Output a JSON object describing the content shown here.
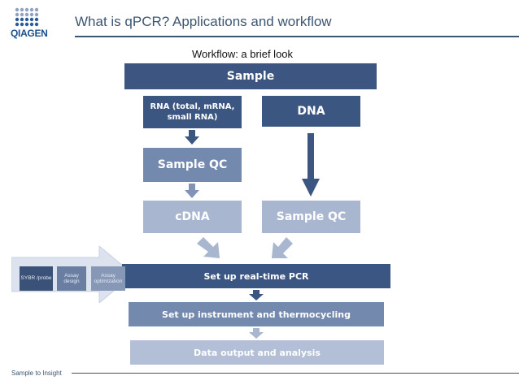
{
  "header": {
    "logo_text": "QIAGEN",
    "title": "What is qPCR? Applications and workflow"
  },
  "diagram": {
    "heading": "Workflow: a brief look",
    "nodes": {
      "sample": "Sample",
      "rna": "RNA (total, mRNA, small RNA)",
      "dna": "DNA",
      "sample_qc_left": "Sample QC",
      "cdna": "cDNA",
      "sample_qc_right": "Sample QC",
      "setup_pcr": "Set up real-time PCR",
      "instrument": "Set up instrument and thermocycling",
      "data_output": "Data output and analysis"
    },
    "substeps": {
      "sybr": "SYBR /probe",
      "assay_design": "Assay design",
      "assay_optimization": "Assay optimization"
    }
  },
  "footer": {
    "tagline": "Sample to Insight"
  },
  "colors": {
    "dark_blue": "#3c5682",
    "mid_blue": "#7489ae",
    "light_blue": "#a9b6cf",
    "brand_blue": "#1b4f8f"
  }
}
